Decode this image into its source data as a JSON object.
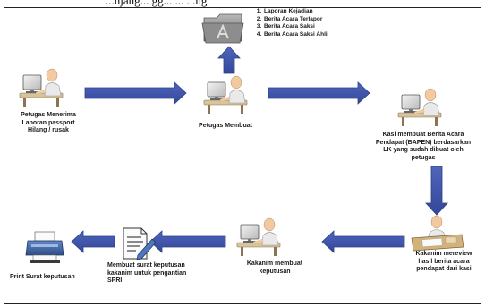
{
  "caption": "...njang... gg... ... ...ng",
  "steps": {
    "receive": "Petugas Menerima Laporan passport Hilang / rusak",
    "officer_makes": "Petugas Membuat",
    "kasi": "Kasi membuat Berita Acara Pendapat (BAPEN) berdasarkan LK yang sudah dibuat oleh petugas",
    "kakanim_review": "Kakanim mereview hasil berita acara pendapat dari kasi",
    "kakanim_decide": "Kakanim membuat keputusan",
    "make_letter": "Membuat surat keputusan kakanim untuk pengantian SPRI",
    "print": "Print Surat keputusan"
  },
  "documents": [
    "Laporan Kejadian",
    "Berita Acara Terlapor",
    "Berita Acara Saksi",
    "Berita Acara Saksi Ahli"
  ],
  "colors": {
    "arrow": "#3f55a8",
    "arrow_edge": "#2d3f86",
    "skin": "#f3c9a0",
    "shirt": "#e9e9e9"
  },
  "icons": {
    "folder": "app-folder-icon",
    "worker": "desk-worker-icon",
    "document": "document-pen-icon",
    "printer": "printer-icon"
  }
}
